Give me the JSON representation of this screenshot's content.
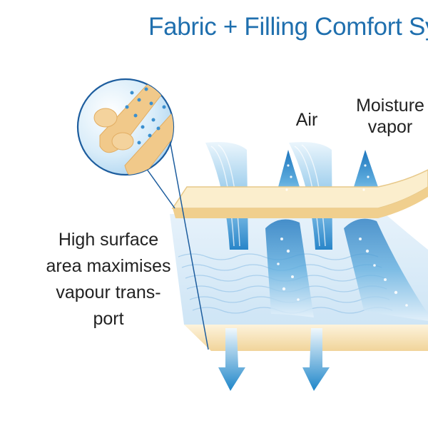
{
  "title": "Fabric + Filling Comfort Sy",
  "labels": {
    "air": "Air",
    "moisture_line1": "Moisture",
    "moisture_line2": "vapor"
  },
  "caption": {
    "line1": "High surface",
    "line2": "area maximises",
    "line3": "vapour trans-",
    "line4": "port"
  },
  "colors": {
    "title": "#1f6fae",
    "fabric": "#f3dca8",
    "fabric_top": "#fbeecd",
    "air_flow": "#2f8fd0",
    "lens_ring": "#1d5d9e",
    "fiber": "#f1c98a"
  }
}
